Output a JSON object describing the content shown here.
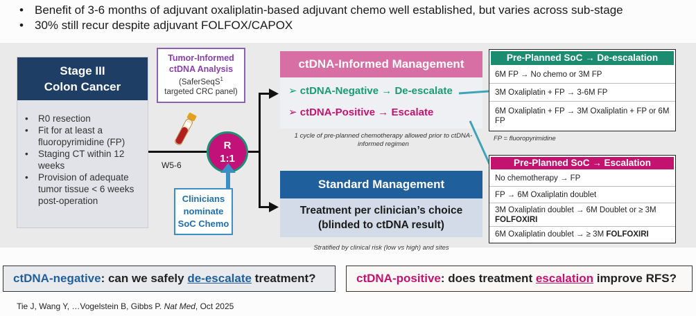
{
  "bullets": [
    "Benefit of 3-6 months of adjuvant oxaliplatin-based adjuvant chemo well established, but varies across sub-stage",
    "30% still recur despite adjuvant FOLFOX/CAPOX"
  ],
  "stage": {
    "title_line1": "Stage III",
    "title_line2": "Colon Cancer",
    "items": [
      "R0 resection",
      "Fit for at least a fluoropyrimidine (FP)",
      "Staging CT within 12 weeks",
      "Provision of adequate tumor tissue < 6 weeks post-operation"
    ]
  },
  "tumor_informed": {
    "line1": "Tumor-Informed",
    "line2": "ctDNA Analysis",
    "line3": "(SaferSeqS",
    "sup": "1",
    "line3_end": "",
    "line4": "targeted CRC panel)"
  },
  "timepoint": "W5-6",
  "randomization": {
    "line1": "R",
    "line2": "1:1"
  },
  "clinicians": {
    "line1": "Clinicians",
    "line2": "nominate",
    "line3": "SoC Chemo"
  },
  "ctdna_mgmt": {
    "title": "ctDNA-Informed Management",
    "negative": "ctDNA-Negative → De-escalate",
    "positive": "ctDNA-Positive → Escalate",
    "note": "1 cycle of pre-planned chemotherapy allowed prior to ctDNA-informed regimen"
  },
  "standard_mgmt": {
    "title": "Standard Management",
    "body_line1": "Treatment per clinician’s choice",
    "body_line2": "(blinded to ctDNA result)",
    "note": "Stratified by clinical risk (low vs high) and sites"
  },
  "deescalation_table": {
    "title": "Pre-Planned SoC → De-escalation",
    "rows": [
      "6M FP → No chemo or 3M FP",
      "3M Oxaliplatin + FP → 3-6M FP",
      "6M Oxaliplatin + FP → 3M Oxaliplatin + FP or 6M FP"
    ],
    "footnote": "FP = fluoropyrimidine"
  },
  "escalation_table": {
    "title": "Pre-Planned SoC → Escalation",
    "rows": [
      {
        "text": "No chemotherapy → FP",
        "bold": ""
      },
      {
        "text": "FP → 6M Oxaliplatin doublet",
        "bold": ""
      },
      {
        "text": "3M Oxaliplatin doublet → 6M Doublet or ≥ 3M ",
        "bold": "FOLFOXIRI"
      },
      {
        "text": "6M Oxaliplatin doublet → ≥ 3M ",
        "bold": "FOLFOXIRI"
      }
    ]
  },
  "question_negative": {
    "label": "ctDNA-negative",
    "text1": ": can we safely ",
    "emph": "de-escalate",
    "text2": " treatment?"
  },
  "question_positive": {
    "label": "ctDNA-positive",
    "text1": ": does treatment ",
    "emph": "escalation",
    "text2": " improve RFS?"
  },
  "citation_authors": "Tie J, Wang Y, …Vogelstein B, Gibbs P. ",
  "citation_journal": "Nat Med",
  "citation_date": ", Oct 2025",
  "colors": {
    "navy": "#1e3e66",
    "pink_header": "#d76ea4",
    "green": "#1b8c6f",
    "magenta": "#c4136f",
    "blue": "#1f5f9b"
  }
}
